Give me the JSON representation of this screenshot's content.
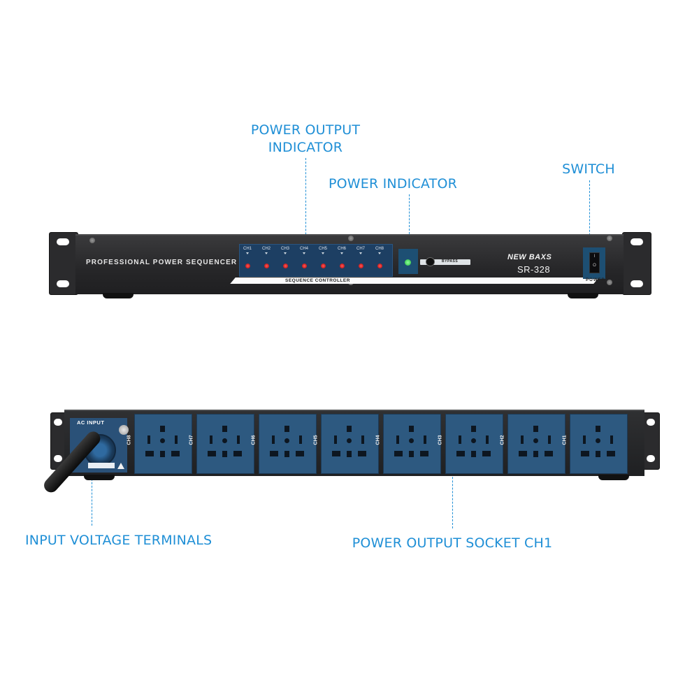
{
  "callouts": {
    "power_output_indicator": "POWER OUTPUT\nINDICATOR",
    "power_output_indicator_line1": "POWER OUTPUT",
    "power_output_indicator_line2": "INDICATOR",
    "power_indicator": "POWER INDICATOR",
    "switch": "SWITCH",
    "input_voltage_terminals": "INPUT VOLTAGE TERMINALS",
    "power_output_socket": "POWER OUTPUT SOCKET CH1"
  },
  "front_panel": {
    "title": "PROFESSIONAL POWER SEQUENCER",
    "channels": [
      "CH1",
      "CH2",
      "CH3",
      "CH4",
      "CH5",
      "CH6",
      "CH7",
      "CH8"
    ],
    "bypass_label": "BYPASS",
    "sequence_label": "SEQUENCE CONTROLLER",
    "brand": "NEW BAXS",
    "model": "SR-328",
    "power_label": "POWER",
    "rocker_on": "I",
    "rocker_off": "O"
  },
  "rear_panel": {
    "ac_input_label": "AC INPUT",
    "channels": [
      "CH8",
      "CH7",
      "CH6",
      "CH5",
      "CH4",
      "CH3",
      "CH2",
      "CH1"
    ]
  },
  "colors": {
    "callout_blue": "#1f8fd6",
    "panel_dark": "#262628",
    "socket_blue": "#2d5980",
    "led_red": "#e00000",
    "led_green": "#1fb83a"
  }
}
